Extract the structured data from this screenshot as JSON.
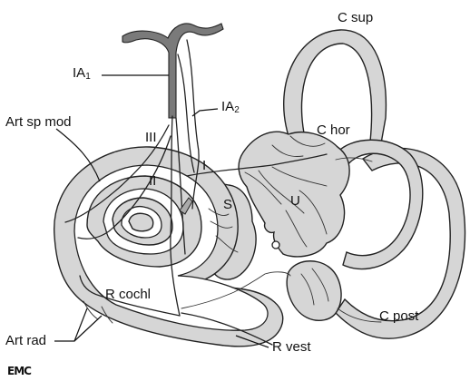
{
  "labels": {
    "c_sup": "C sup",
    "ia1_main": "IA",
    "ia1_sub": "1",
    "ia2_main": "IA",
    "ia2_sub": "2",
    "art_sp_mod": "Art sp mod",
    "c_hor": "C hor",
    "roman_iii": "III",
    "roman_ii": "II",
    "roman_i": "I",
    "s": "S",
    "u": "U",
    "r_cochl": "R cochl",
    "c_post": "C post",
    "art_rad": "Art rad",
    "r_vest": "R vest"
  },
  "logo": "EMC",
  "colors": {
    "fill": "#d6d6d6",
    "artery_trunk": "#7a7a7a",
    "line": "#222222"
  }
}
